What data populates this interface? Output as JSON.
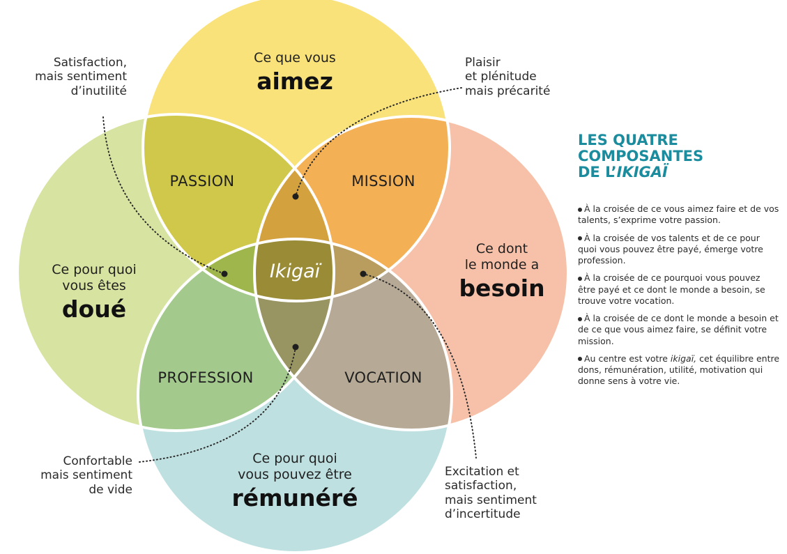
{
  "colors": {
    "top": "#f9e27a",
    "left": "#d7e3a0",
    "right": "#f6c1a8",
    "bottom": "#bfe0e0",
    "passion": "#cfc84a",
    "mission": "#f4b055",
    "profession": "#a3c98d",
    "vocation": "#b6a995",
    "passion_mission": "#d4a13f",
    "passion_profession": "#9fb64c",
    "mission_vocation": "#b89d5e",
    "profession_vocation": "#999563",
    "ikigai": "#9a8b36",
    "accent": "#1b8c9e"
  },
  "circles": {
    "top": {
      "line1": "Ce que vous",
      "bold": "aimez"
    },
    "left": {
      "line1": "Ce pour quoi",
      "line2": "vous êtes",
      "bold": "doué"
    },
    "right": {
      "line1": "Ce dont",
      "line2": "le monde a",
      "bold": "besoin"
    },
    "bottom": {
      "line1": "Ce pour quoi",
      "line2": "vous pouvez être",
      "bold": "rémunéré"
    }
  },
  "zones": {
    "passion": "PASSION",
    "mission": "MISSION",
    "profession": "PROFESSION",
    "vocation": "VOCATION",
    "center": "Ikigaï"
  },
  "notes": {
    "top_left": [
      "Satisfaction,",
      "mais sentiment",
      "d’inutilité"
    ],
    "top_right": [
      "Plaisir",
      "et plénitude",
      "mais précarité"
    ],
    "bottom_left": [
      "Confortable",
      "mais sentiment",
      "de vide"
    ],
    "bottom_right": [
      "Excitation et",
      "satisfaction,",
      "mais sentiment",
      "d’incertitude"
    ]
  },
  "sidebar": {
    "title_line1": "LES QUATRE",
    "title_line2": "COMPOSANTES",
    "title_line3_prefix": "DE L’",
    "title_line3_italic": "IKIGAÏ",
    "items": [
      "À la croisée de ce vous aimez faire et de vos talents, s’exprime votre passion.",
      "À la croisée de vos talents et de ce pour quoi vous pouvez être payé, émerge votre profession.",
      "À la croisée de ce pourquoi vous pouvez être payé et ce dont le monde a besoin, se trouve votre vocation.",
      "À la croisée de ce dont le monde a besoin et de ce que vous aimez faire, se définit votre mission."
    ],
    "last_item_prefix": "Au centre est votre ",
    "last_item_italic": "ikigaï,",
    "last_item_suffix": " cet équilibre entre dons, rémunération, utilité, motivation qui donne sens à votre vie."
  }
}
